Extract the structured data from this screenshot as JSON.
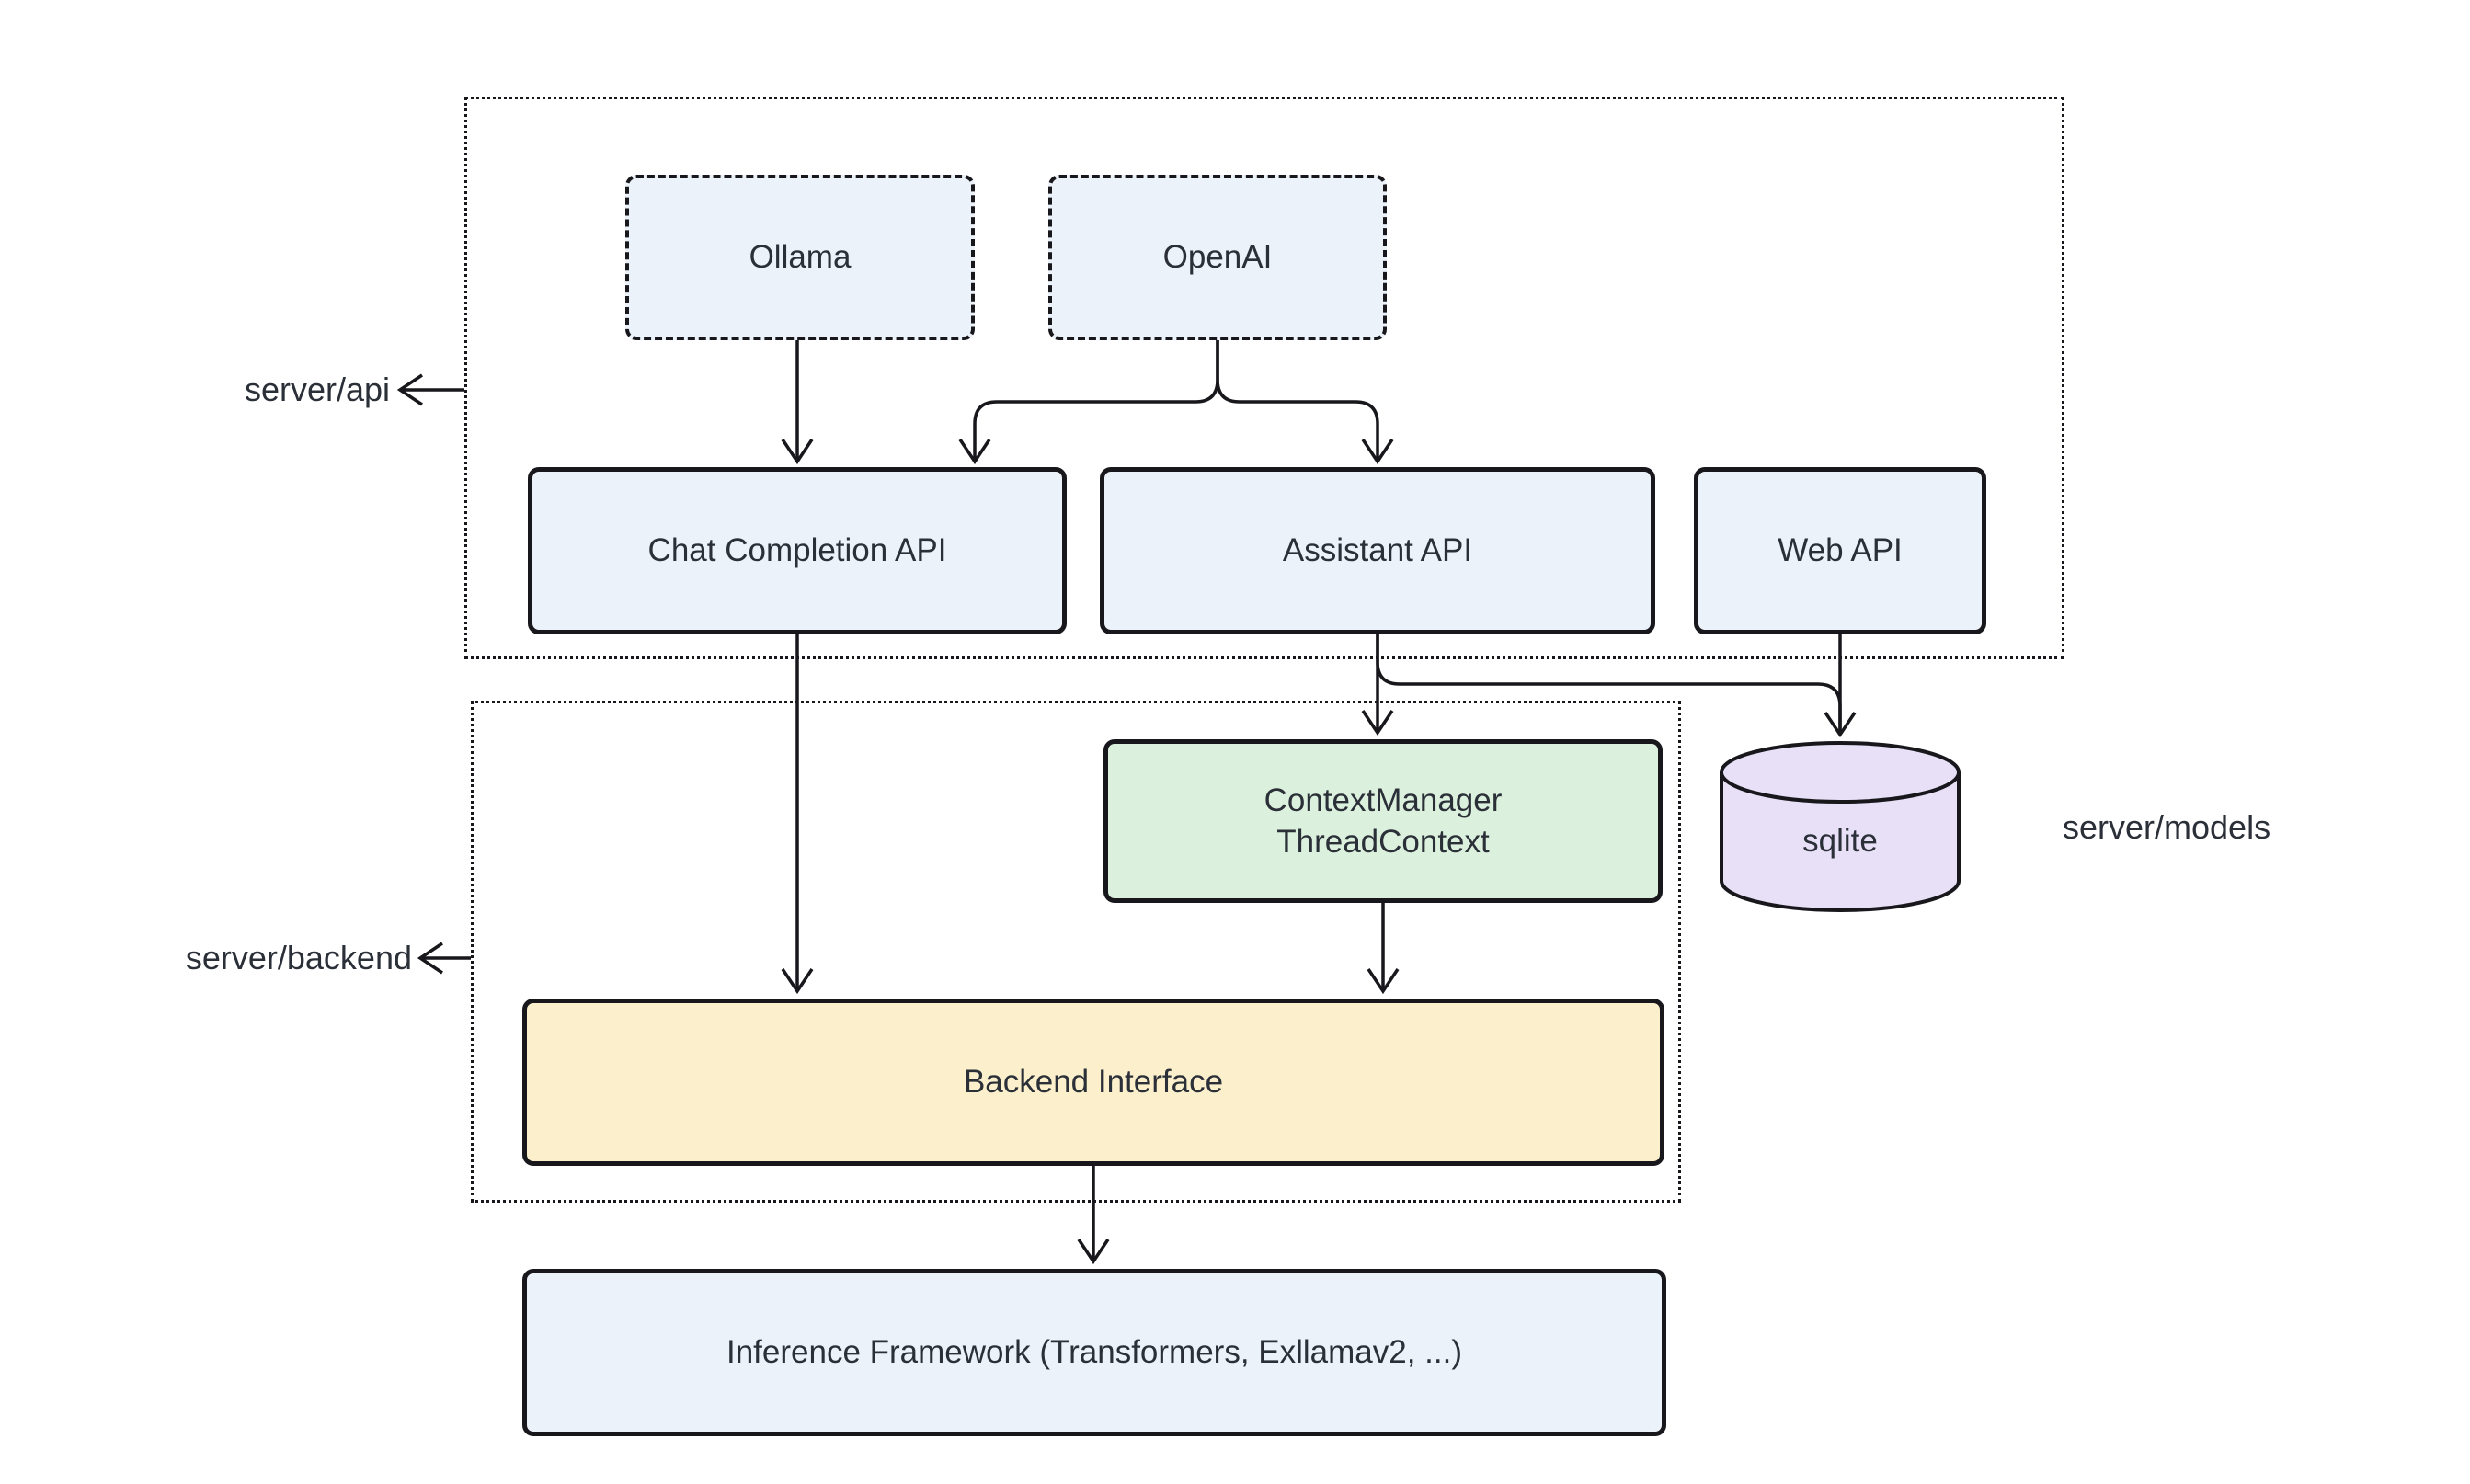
{
  "diagram": {
    "regions": {
      "server_api": {
        "label": "server/api"
      },
      "server_backend": {
        "label": "server/backend"
      },
      "server_models": {
        "label": "server/models"
      }
    },
    "nodes": {
      "ollama": {
        "label": "Ollama"
      },
      "openai": {
        "label": "OpenAI"
      },
      "chat_completion": {
        "label": "Chat Completion API"
      },
      "assistant": {
        "label": "Assistant API"
      },
      "web_api": {
        "label": "Web API"
      },
      "context_manager": {
        "line1": "ContextManager",
        "line2": "ThreadContext"
      },
      "sqlite": {
        "label": "sqlite"
      },
      "backend_interface": {
        "label": "Backend Interface"
      },
      "inference": {
        "label": "Inference Framework (Transformers, Exllamav2, ...)"
      }
    },
    "edges": [
      {
        "from": "ollama",
        "to": "chat_completion"
      },
      {
        "from": "openai",
        "to": "chat_completion"
      },
      {
        "from": "openai",
        "to": "assistant"
      },
      {
        "from": "chat_completion",
        "to": "backend_interface"
      },
      {
        "from": "assistant",
        "to": "context_manager"
      },
      {
        "from": "assistant",
        "to": "sqlite"
      },
      {
        "from": "web_api",
        "to": "sqlite"
      },
      {
        "from": "context_manager",
        "to": "backend_interface"
      },
      {
        "from": "backend_interface",
        "to": "inference"
      }
    ],
    "colors": {
      "node_blue": "#ECF2FA",
      "node_green": "#DCF1DD",
      "node_yellow": "#FCF0CC",
      "node_purple": "#E8E0F7",
      "stroke": "#17171c",
      "text": "#2a2f38",
      "background": "#ffffff"
    }
  }
}
